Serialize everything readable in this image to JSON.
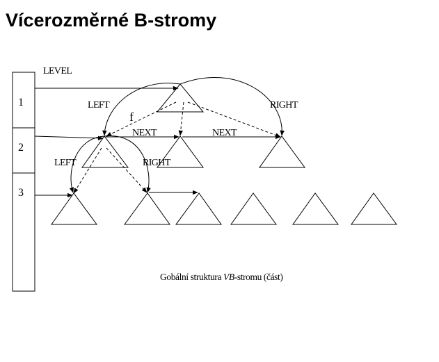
{
  "title": "Vícerozměrné B-stromy",
  "diagram": {
    "level_header": "LEVEL",
    "levels": [
      "1",
      "2",
      "3"
    ],
    "labels": {
      "left_top": "LEFT",
      "right_top": "RIGHT",
      "f": "f",
      "next_1": "NEXT",
      "next_2": "NEXT",
      "left_mid": "LEFT",
      "right_mid": "RIGHT"
    },
    "caption_prefix": "Gobální struktura ",
    "caption_italic": "VB",
    "caption_suffix": "-stromu (část)"
  }
}
